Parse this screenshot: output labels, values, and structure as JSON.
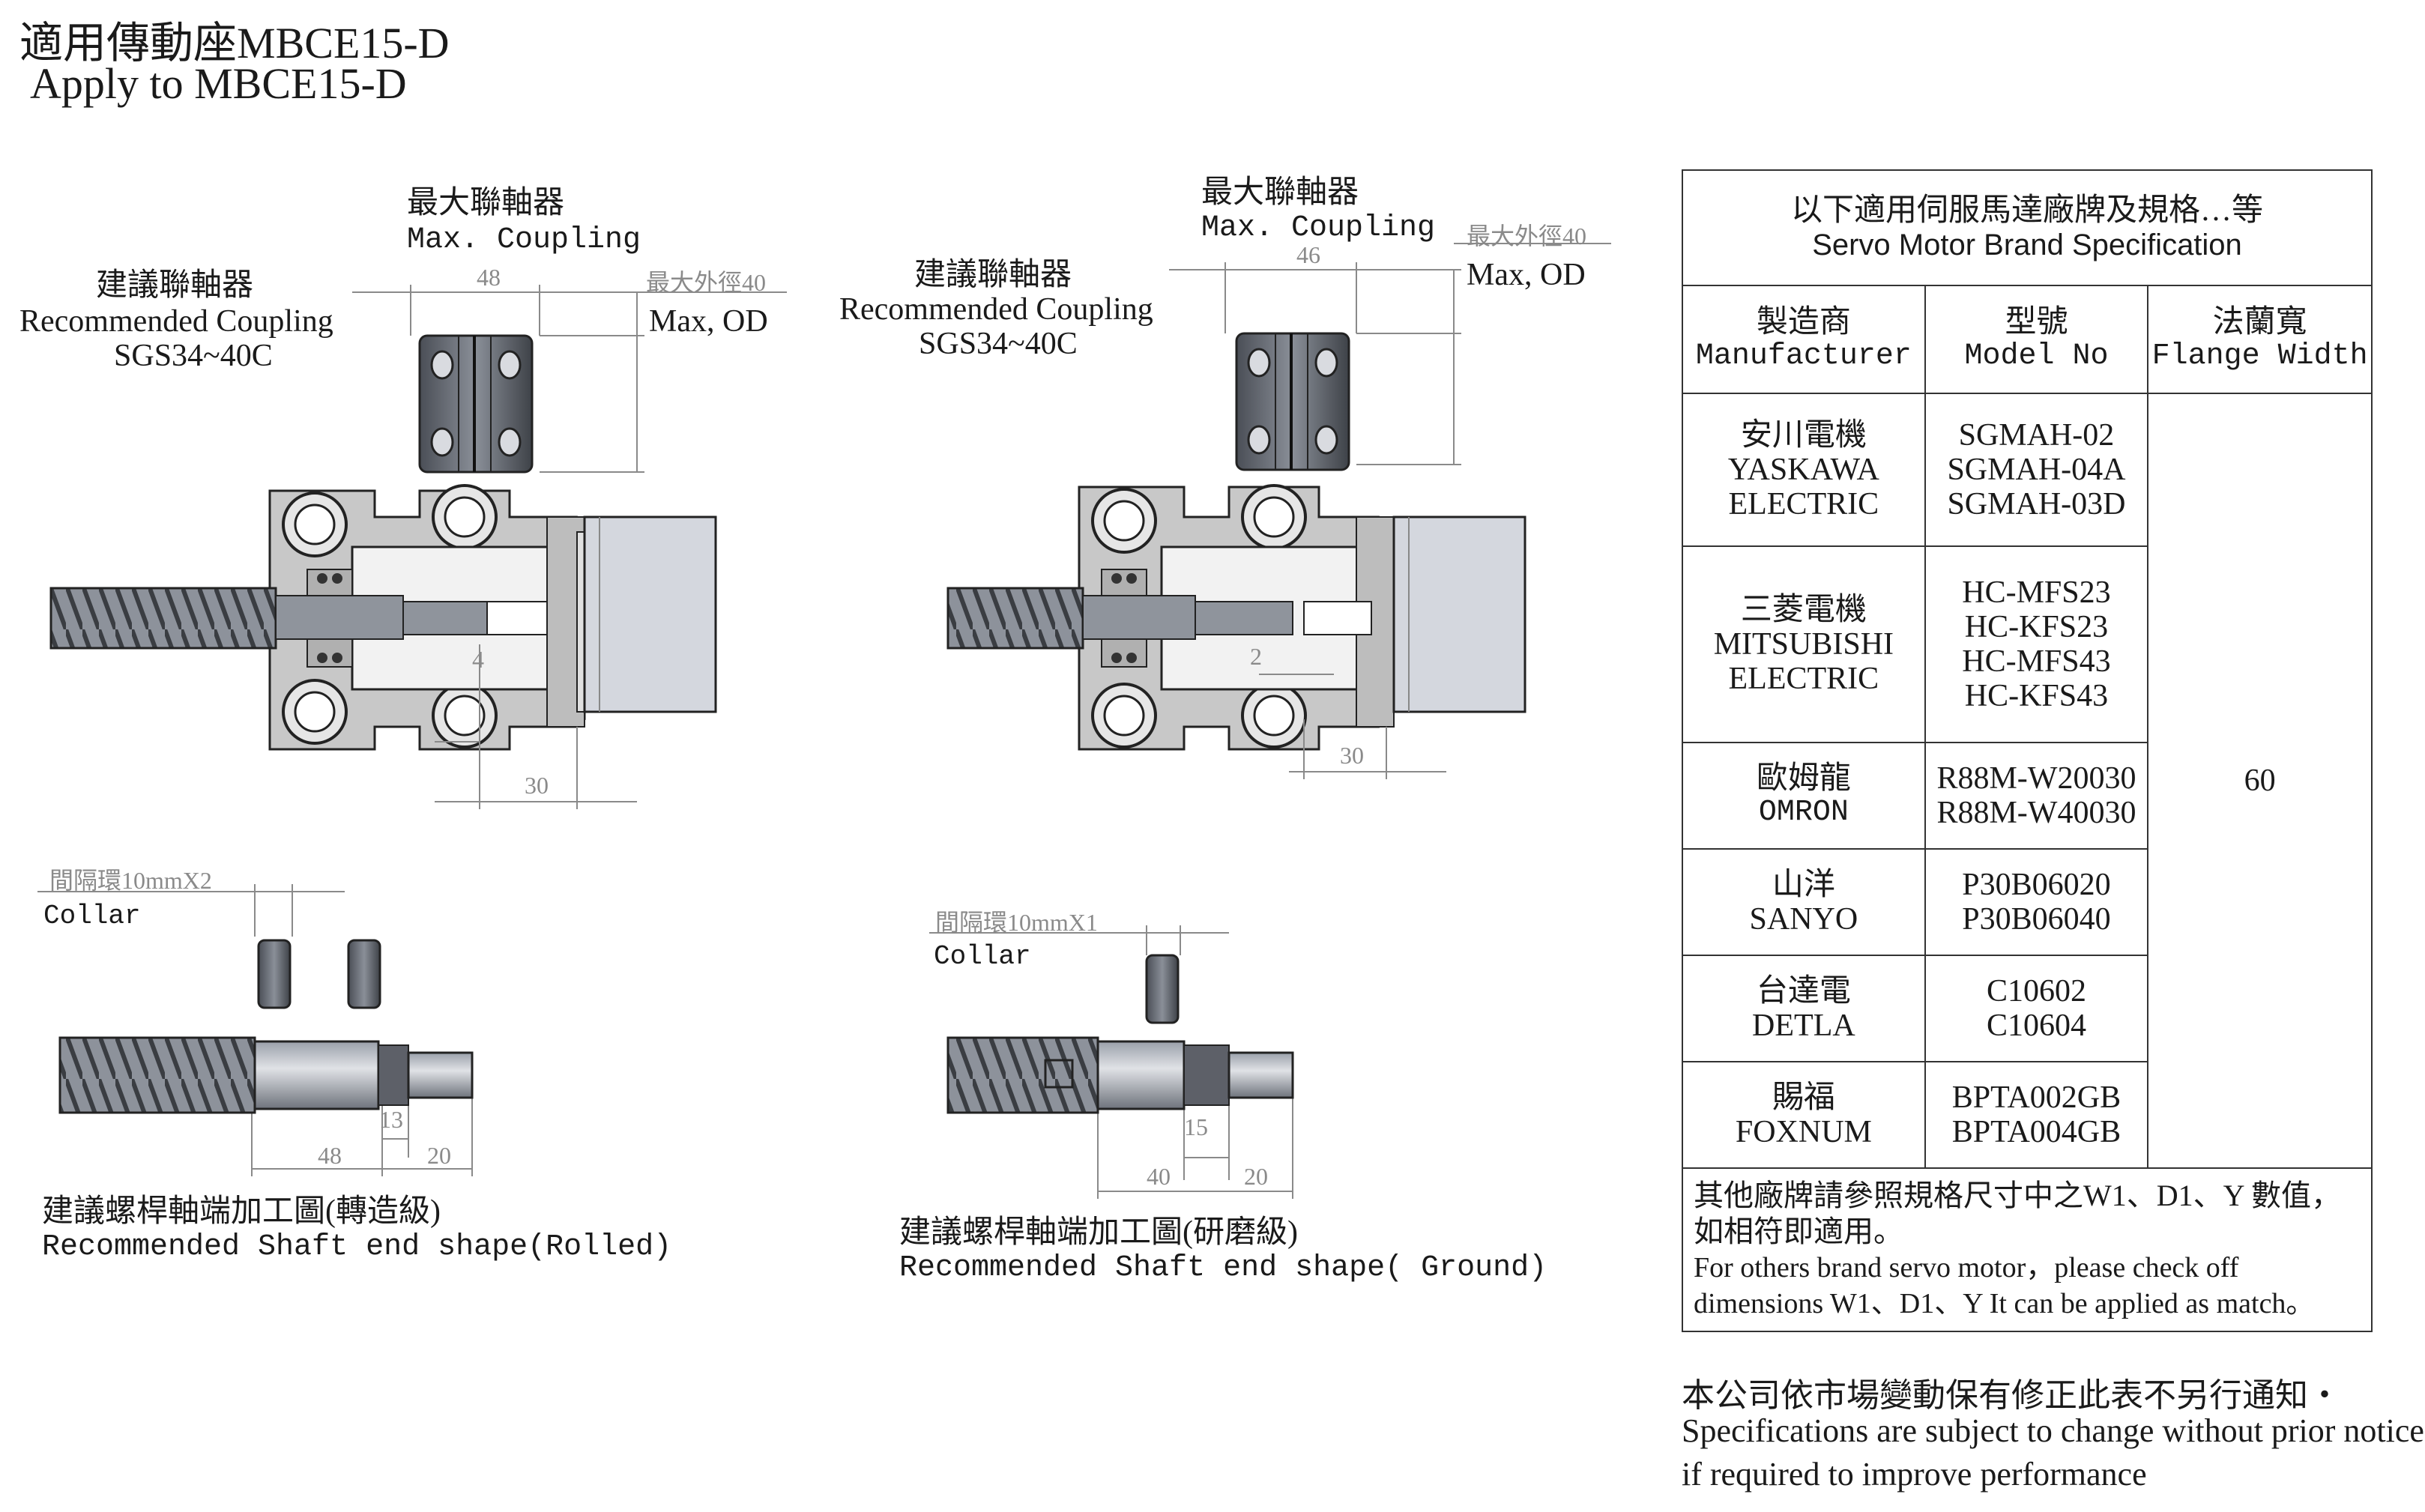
{
  "title": {
    "zh": "適用傳動座MBCE15-D",
    "en": "Apply to    MBCE15-D"
  },
  "left_assembly": {
    "max_coupling_zh": "最大聯軸器",
    "max_coupling_en": "Max. Coupling",
    "rec_coupling_zh": "建議聯軸器",
    "rec_coupling_en": "Recommended Coupling",
    "rec_coupling_model": "SGS34~40C",
    "max_od_dim": "最大外徑40",
    "max_od_label": "Max, OD",
    "dim_48": "48",
    "dim_4": "4",
    "dim_30": "30"
  },
  "right_assembly": {
    "max_coupling_zh": "最大聯軸器",
    "max_coupling_en": "Max. Coupling",
    "rec_coupling_zh": "建議聯軸器",
    "rec_coupling_en": "Recommended Coupling",
    "rec_coupling_model": "SGS34~40C",
    "max_od_dim": "最大外徑40",
    "max_od_label": "Max, OD",
    "dim_46": "46",
    "dim_2": "2",
    "dim_30": "30"
  },
  "left_shaft": {
    "collar_zh": "間隔環10mmX2",
    "collar_en": "Collar",
    "dim_13": "13",
    "dim_48": "48",
    "dim_20": "20",
    "caption_zh": "建議螺桿軸端加工圖(轉造級)",
    "caption_en": "Recommended Shaft end shape(Rolled)"
  },
  "right_shaft": {
    "collar_zh": "間隔環10mmX1",
    "collar_en": "Collar",
    "dim_15": "15",
    "dim_40": "40",
    "dim_20": "20",
    "caption_zh": "建議螺桿軸端加工圖(研磨級)",
    "caption_en": "Recommended Shaft end shape( Ground)"
  },
  "table": {
    "header_zh": "以下適用伺服馬達廠牌及規格…等",
    "header_en": "Servo Motor Brand Specification",
    "col_manufacturer_zh": "製造商",
    "col_manufacturer_en": "Manufacturer",
    "col_model_zh": "型號",
    "col_model_en": "Model No",
    "col_flange_zh": "法蘭寬",
    "col_flange_en": "Flange Width",
    "flange_value": "60",
    "rows": [
      {
        "zh": "安川電機",
        "en1": "YASKAWA",
        "en2": "ELECTRIC",
        "models": [
          "SGMAH-02",
          "SGMAH-04A",
          "SGMAH-03D"
        ]
      },
      {
        "zh": "三菱電機",
        "en1": "MITSUBISHI",
        "en2": "ELECTRIC",
        "models": [
          "HC-MFS23",
          "HC-KFS23",
          "HC-MFS43",
          "HC-KFS43"
        ]
      },
      {
        "zh": "歐姆龍",
        "en1": "OMRON",
        "en2": "",
        "models": [
          "R88M-W20030",
          "R88M-W40030"
        ]
      },
      {
        "zh": "山洋",
        "en1": "SANYO",
        "en2": "",
        "models": [
          "P30B06020",
          "P30B06040"
        ]
      },
      {
        "zh": "台達電",
        "en1": "DETLA",
        "en2": "",
        "models": [
          "C10602",
          "C10604"
        ]
      },
      {
        "zh": "賜福",
        "en1": "FOXNUM",
        "en2": "",
        "models": [
          "BPTA002GB",
          "BPTA004GB"
        ]
      }
    ],
    "note_zh_1": "其他廠牌請參照規格尺寸中之W1、D1、Y 數值，",
    "note_zh_2": "如相符即適用。",
    "note_en_1": "For others brand servo motor，please check off",
    "note_en_2": "dimensions W1、D1、Y It can be applied as match。"
  },
  "footer": {
    "zh": "本公司依市場變動保有修正此表不另行通知・",
    "en1": "Specifications are subject to change without prior notice",
    "en2": "if required to improve performance"
  },
  "colors": {
    "part_fill": "#c8c8c8",
    "dark_part": "#5a5e66",
    "dim_line": "#8a8a8a",
    "outline": "#222222"
  }
}
